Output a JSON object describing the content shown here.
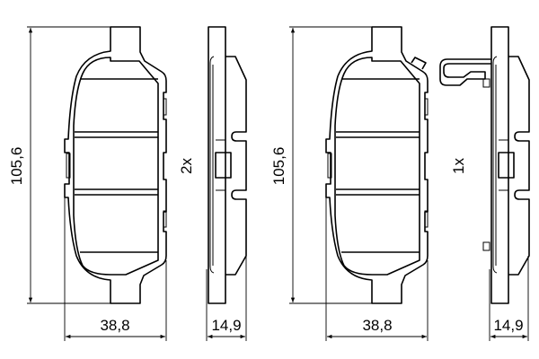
{
  "drawing": {
    "sets": [
      {
        "height_label": "105,6",
        "width_label": "38,8",
        "thickness_label": "14,9",
        "quantity_label": "2x"
      },
      {
        "height_label": "105,6",
        "width_label": "38,8",
        "thickness_label": "14,9",
        "quantity_label": "1x"
      }
    ],
    "line_color": "#000000",
    "background": "#ffffff"
  }
}
